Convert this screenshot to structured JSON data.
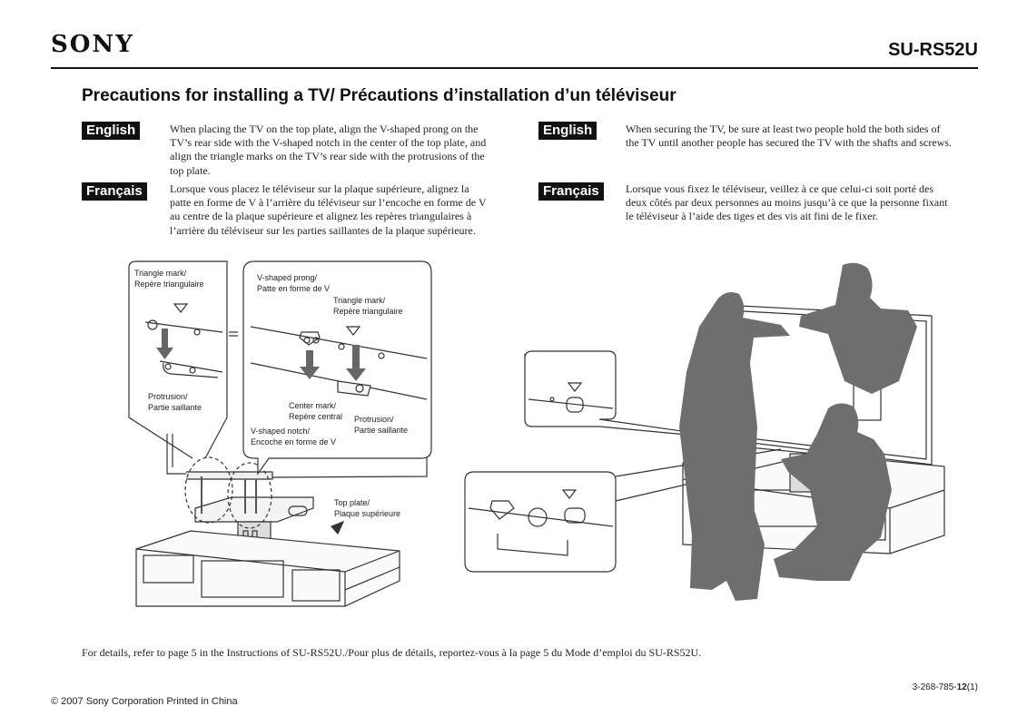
{
  "header": {
    "brand": "SONY",
    "model": "SU-RS52U",
    "title": "Precautions for installing a TV/ Précautions d’installation d’un téléviseur"
  },
  "left": {
    "english_tag": "English",
    "english_text": "When placing the TV on the top plate, align the V-shaped prong on the TV’s rear side with the V-shaped notch in the center of the top plate, and align the triangle marks on the TV’s rear side with the protrusions of the top plate.",
    "french_tag": "Français",
    "french_text": "Lorsque vous placez le téléviseur sur la plaque supérieure, alignez la patte en forme de V à l’arrière du téléviseur sur l’encoche en forme de V au centre de la plaque supérieure et alignez les repères triangulaires à l’arrière du téléviseur sur les parties saillantes de la plaque supérieure."
  },
  "right": {
    "english_tag": "English",
    "english_text": "When securing the TV, be sure at least two people hold the both sides of the TV until another people has secured the TV with the shafts and screws.",
    "french_tag": "Français",
    "french_text": "Lorsque vous fixez le téléviseur, veillez à ce que celui-ci soit porté des deux côtés par deux personnes au moins jusqu’à ce que la personne fixant le téléviseur à l’aide des tiges et des vis ait fini de le fixer."
  },
  "labels": {
    "triangle_left_1": "Triangle mark/",
    "triangle_left_2": "Repère triangulaire",
    "protrusion_left_1": "Protrusion/",
    "protrusion_left_2": "Partie saillante",
    "vprong_1": "V-shaped prong/",
    "vprong_2": "Patte en forme de V",
    "triangle_mid_1": "Triangle mark/",
    "triangle_mid_2": "Repère triangulaire",
    "center_1": "Center mark/",
    "center_2": "Repère central",
    "vnotch_1": "V-shaped notch/",
    "vnotch_2": "Encoche en forme de V",
    "protrusion_mid_1": "Protrusion/",
    "protrusion_mid_2": "Partie saillante",
    "topplate_1": "Top plate/",
    "topplate_2": "Plaque supérieure"
  },
  "footer": {
    "note": "For details, refer to page 5 in the Instructions of SU-RS52U./Pour plus de détails, reportez-vous à la page 5 du Mode d’emploi du SU-RS52U.",
    "part_number_prefix": "3-268-785-",
    "part_number_bold": "12",
    "part_number_suffix": "(1)",
    "copyright": "© 2007 Sony Corporation  Printed in China"
  }
}
